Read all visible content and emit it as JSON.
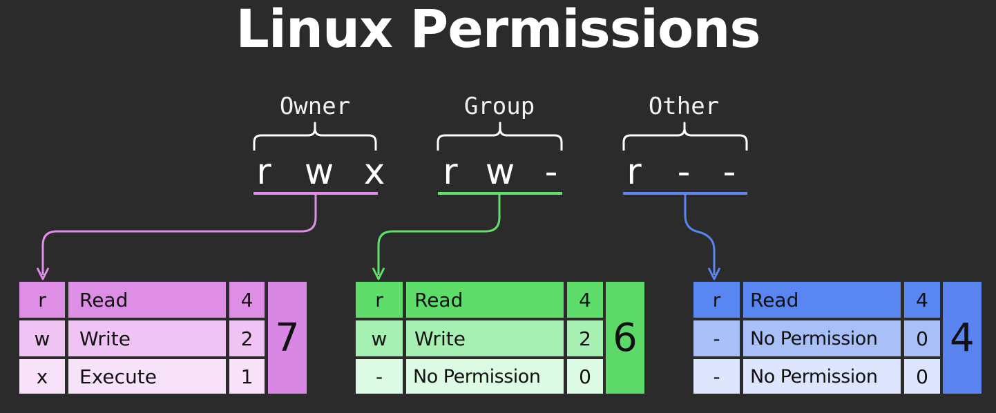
{
  "title": "Linux Permissions",
  "groups": [
    {
      "label": "Owner",
      "chars": [
        "r",
        "w",
        "x"
      ],
      "total": "7",
      "accent": "#e08ee8",
      "rows": [
        {
          "symbol": "r",
          "name": "Read",
          "value": "4"
        },
        {
          "symbol": "w",
          "name": "Write",
          "value": "2"
        },
        {
          "symbol": "x",
          "name": "Execute",
          "value": "1"
        }
      ]
    },
    {
      "label": "Group",
      "chars": [
        "r",
        "w",
        "-"
      ],
      "total": "6",
      "accent": "#5fe06b",
      "rows": [
        {
          "symbol": "r",
          "name": "Read",
          "value": "4"
        },
        {
          "symbol": "w",
          "name": "Write",
          "value": "2"
        },
        {
          "symbol": "-",
          "name": "No Permission",
          "value": "0"
        }
      ]
    },
    {
      "label": "Other",
      "chars": [
        "r",
        "-",
        "-"
      ],
      "total": "4",
      "accent": "#5a85f0",
      "rows": [
        {
          "symbol": "r",
          "name": "Read",
          "value": "4"
        },
        {
          "symbol": "-",
          "name": "No Permission",
          "value": "0"
        },
        {
          "symbol": "-",
          "name": "No Permission",
          "value": "0"
        }
      ]
    }
  ],
  "colors": {
    "background": "#2b2b2b",
    "owner": [
      "#df8ee6",
      "#efc3f3",
      "#f8e2fa"
    ],
    "owner_total": "#d888e2",
    "group": [
      "#5fdd6a",
      "#a6f0b4",
      "#dcfae4"
    ],
    "group_total": "#5cd968",
    "other": [
      "#5a86f2",
      "#a9bff8",
      "#dde6fc"
    ],
    "other_total": "#5a84f0"
  }
}
